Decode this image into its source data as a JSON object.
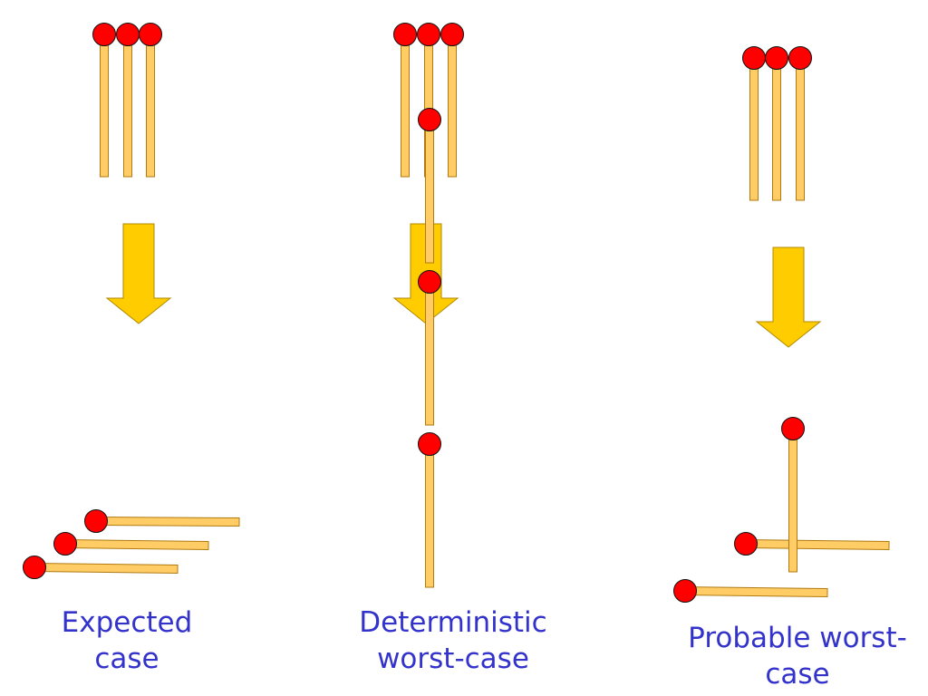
{
  "colors": {
    "match_stick": "#ffcc66",
    "match_stick_outline": "#b07a10",
    "match_head": "#ff0000",
    "match_head_outline": "#111111",
    "arrow": "#ffcc00",
    "arrow_outline": "#b08a00",
    "caption_text": "#3333cc"
  },
  "panels": [
    {
      "id": "expected",
      "caption_line1": "Expected",
      "caption_line2": "case"
    },
    {
      "id": "deterministic",
      "caption_line1": "Deterministic",
      "caption_line2": "worst-case"
    },
    {
      "id": "probable",
      "caption_line1": "Probable worst-",
      "caption_line2": "case"
    }
  ]
}
